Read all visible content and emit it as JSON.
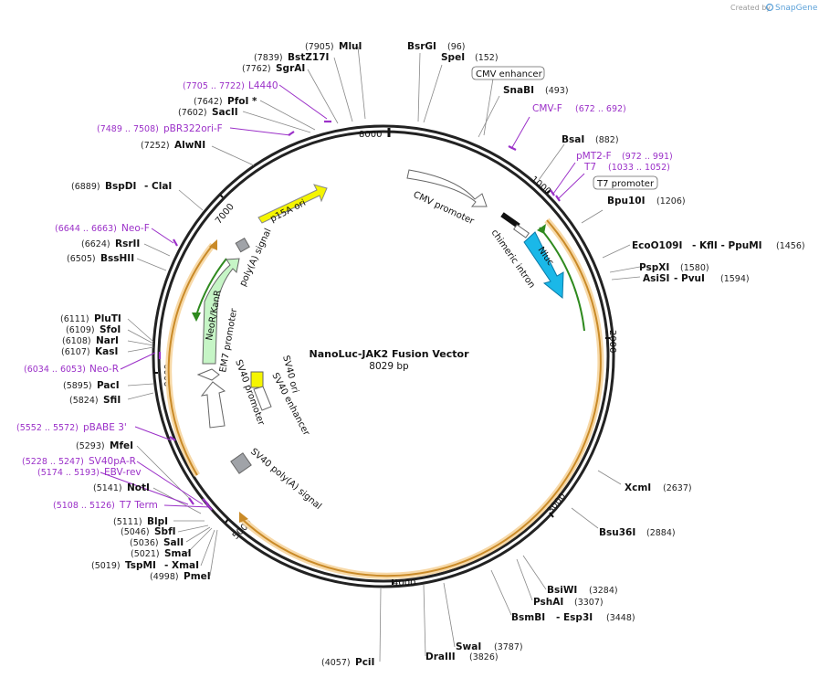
{
  "credit": {
    "prefix": "Created by",
    "brand": "SnapGene"
  },
  "title": "NanoLuc-JAK2 Fusion Vector",
  "size_label": "8029 bp",
  "total_bp": 8029,
  "ticks": [
    "1000",
    "2000",
    "3000",
    "4000",
    "5000",
    "6000",
    "7000",
    "8000"
  ],
  "sites": [
    {
      "name": "BsrGI",
      "pos": "(96)"
    },
    {
      "name": "SpeI",
      "pos": "(152)"
    },
    {
      "name": "SnaBI",
      "pos": "(493)"
    },
    {
      "name": "BsaI",
      "pos": "(882)"
    },
    {
      "name": "Bpu10I",
      "pos": "(1206)"
    },
    {
      "name": "EcoO109I",
      "suffix": "- KflI   - PpuMI",
      "pos": "(1456)"
    },
    {
      "name": "PspXI",
      "pos": "(1580)"
    },
    {
      "name": "AsiSI",
      "suffix": "- PvuI",
      "pos": "(1594)"
    },
    {
      "name": "XcmI",
      "pos": "(2637)"
    },
    {
      "name": "Bsu36I",
      "pos": "(2884)"
    },
    {
      "name": "BsiWI",
      "pos": "(3284)"
    },
    {
      "name": "PshAI",
      "pos": "(3307)"
    },
    {
      "name": "BsmBI",
      "suffix": "- Esp3I",
      "pos": "(3448)"
    },
    {
      "name": "SwaI",
      "pos": "(3787)"
    },
    {
      "name": "DraIII",
      "pos": "(3826)"
    },
    {
      "name": "PciI",
      "pos": "(4057)"
    },
    {
      "name": "PmeI",
      "pos": "(4998)"
    },
    {
      "name": "TspMI",
      "suffix": "- XmaI",
      "pos": "(5019)"
    },
    {
      "name": "SmaI",
      "pos": "(5021)"
    },
    {
      "name": "SalI",
      "pos": "(5036)"
    },
    {
      "name": "SbfI",
      "pos": "(5046)"
    },
    {
      "name": "BlpI",
      "pos": "(5111)"
    },
    {
      "name": "NotI",
      "pos": "(5141)"
    },
    {
      "name": "MfeI",
      "pos": "(5293)"
    },
    {
      "name": "SfiI",
      "pos": "(5824)"
    },
    {
      "name": "PacI",
      "pos": "(5895)"
    },
    {
      "name": "KasI",
      "pos": "(6107)"
    },
    {
      "name": "NarI",
      "pos": "(6108)"
    },
    {
      "name": "SfoI",
      "pos": "(6109)"
    },
    {
      "name": "PluTI",
      "pos": "(6111)"
    },
    {
      "name": "BssHII",
      "pos": "(6505)"
    },
    {
      "name": "RsrII",
      "pos": "(6624)"
    },
    {
      "name": "BspDI",
      "suffix": "- ClaI",
      "pos": "(6889)"
    },
    {
      "name": "AlwNI",
      "pos": "(7252)"
    },
    {
      "name": "SacII",
      "pos": "(7602)"
    },
    {
      "name": "PfoI *",
      "pos": "(7642)"
    },
    {
      "name": "SgrAI",
      "pos": "(7762)"
    },
    {
      "name": "BstZ17I",
      "pos": "(7839)"
    },
    {
      "name": "MluI",
      "pos": "(7905)"
    }
  ],
  "primers": [
    {
      "name": "CMV-F",
      "range": "(672 .. 692)"
    },
    {
      "name": "pMT2-F",
      "range": "(972 .. 991)"
    },
    {
      "name": "T7",
      "range": "(1033 .. 1052)"
    },
    {
      "name": "L4440",
      "range": "(7705 .. 7722)"
    },
    {
      "name": "pBR322ori-F",
      "range": "(7489 .. 7508)"
    },
    {
      "name": "Neo-F",
      "range": "(6644 .. 6663)"
    },
    {
      "name": "Neo-R",
      "range": "(6034 .. 6053)"
    },
    {
      "name": "pBABE 3'",
      "range": "(5552 .. 5572)"
    },
    {
      "name": "SV40pA-R",
      "range": "(5228 .. 5247)"
    },
    {
      "name": "EBV-rev",
      "range": "(5174 .. 5193)"
    },
    {
      "name": "T7 Term",
      "range": "(5108 .. 5126)"
    }
  ],
  "boxed_features": [
    "CMV enhancer",
    "T7 promoter"
  ],
  "features": [
    "CMV promoter",
    "chimeric intron",
    "Nluc",
    "p15A ori",
    "poly(A) signal",
    "NeoR/KanR",
    "EM7 promoter",
    "SV40 promoter",
    "SV40 ori",
    "SV40 enhancer",
    "SV40 poly(A) signal"
  ],
  "colors": {
    "backbone": "#222222",
    "orf_orange": "#f0b35e",
    "orf_green": "#2f8a1f",
    "primer": "#9b30c8",
    "nluc": "#1ab8e8",
    "p15a": "#f5f500",
    "neo": "#c6f5c6",
    "grey_box": "#a0a3a8",
    "yellow_box": "#f5f500"
  }
}
